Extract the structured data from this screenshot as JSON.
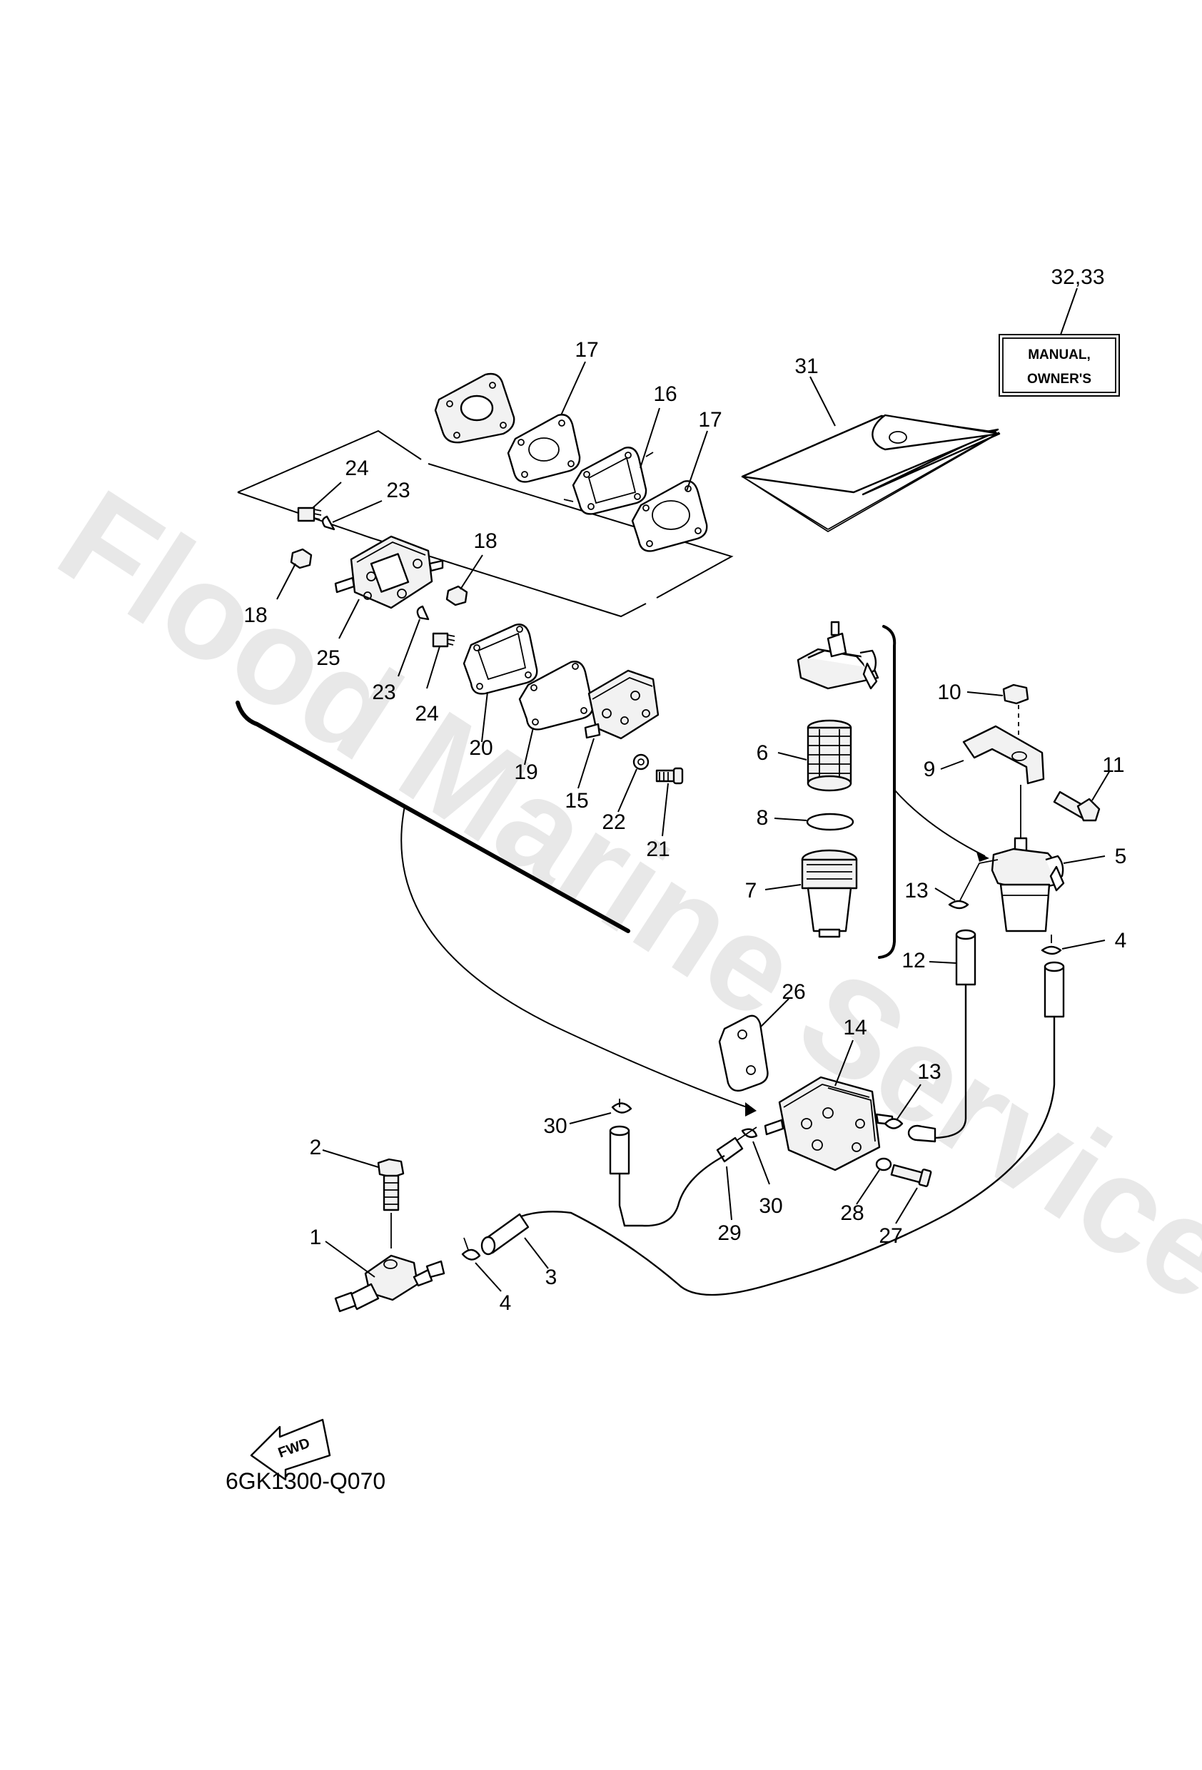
{
  "diagram": {
    "reference_code": "6GK1300-Q070",
    "watermark": "Flood Marine Services",
    "manual_label": {
      "line1": "MANUAL,",
      "line2": "OWNER'S"
    },
    "direction_arrow_label": "FWD",
    "callouts": {
      "c1": "1",
      "c2": "2",
      "c3": "3",
      "c4a": "4",
      "c4b": "4",
      "c5": "5",
      "c6": "6",
      "c7": "7",
      "c8": "8",
      "c9": "9",
      "c10": "10",
      "c11": "11",
      "c12": "12",
      "c13a": "13",
      "c13b": "13",
      "c14": "14",
      "c15": "15",
      "c16": "16",
      "c17a": "17",
      "c17b": "17",
      "c18a": "18",
      "c18b": "18",
      "c19": "19",
      "c20": "20",
      "c21": "21",
      "c22": "22",
      "c23a": "23",
      "c23b": "23",
      "c24a": "24",
      "c24b": "24",
      "c25": "25",
      "c26": "26",
      "c27": "27",
      "c28": "28",
      "c29": "29",
      "c30a": "30",
      "c30b": "30",
      "c31": "31",
      "c32_33": "32,33"
    }
  }
}
